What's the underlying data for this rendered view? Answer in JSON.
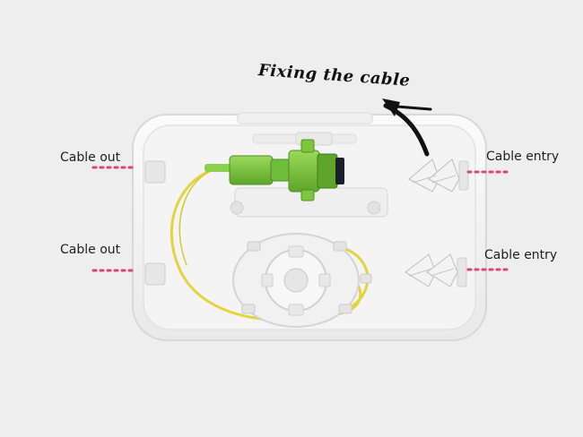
{
  "annotations": {
    "title": "Fixing the cable",
    "left_top": "Cable out",
    "left_bottom": "Cable out",
    "right_top": "Cable entry",
    "right_bottom": "Cable entry"
  },
  "colors": {
    "background": "#eeeeee",
    "box": "#f7f7f7",
    "connector": "#7ec63e",
    "fiber": "#e2d43a",
    "dots": "#e0436b"
  }
}
